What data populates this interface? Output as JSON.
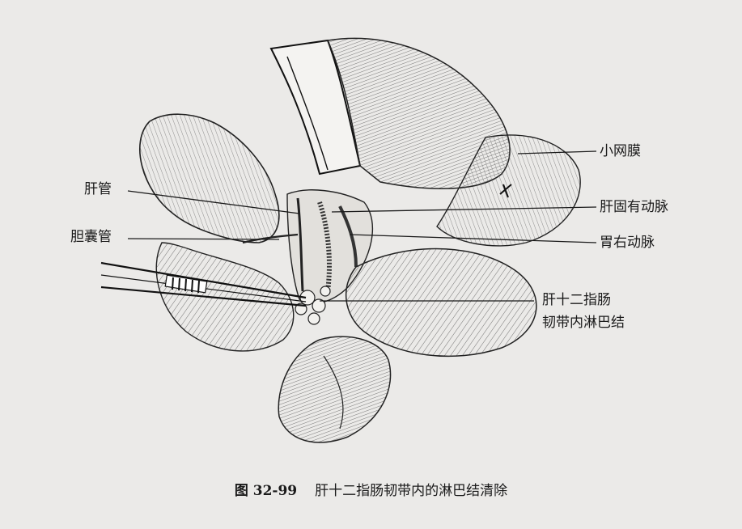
{
  "labels": {
    "hepatic_duct": "肝管",
    "cystic_duct": "胆囊管",
    "lesser_omentum": "小网膜",
    "proper_hepatic_artery": "肝固有动脉",
    "right_gastric_artery": "胃右动脉",
    "lymph_nodes_line1": "肝十二指肠",
    "lymph_nodes_line2": "韧带内淋巴结"
  },
  "caption": {
    "number": "图 32-99",
    "title": "肝十二指肠韧带内的淋巴结清除"
  }
}
